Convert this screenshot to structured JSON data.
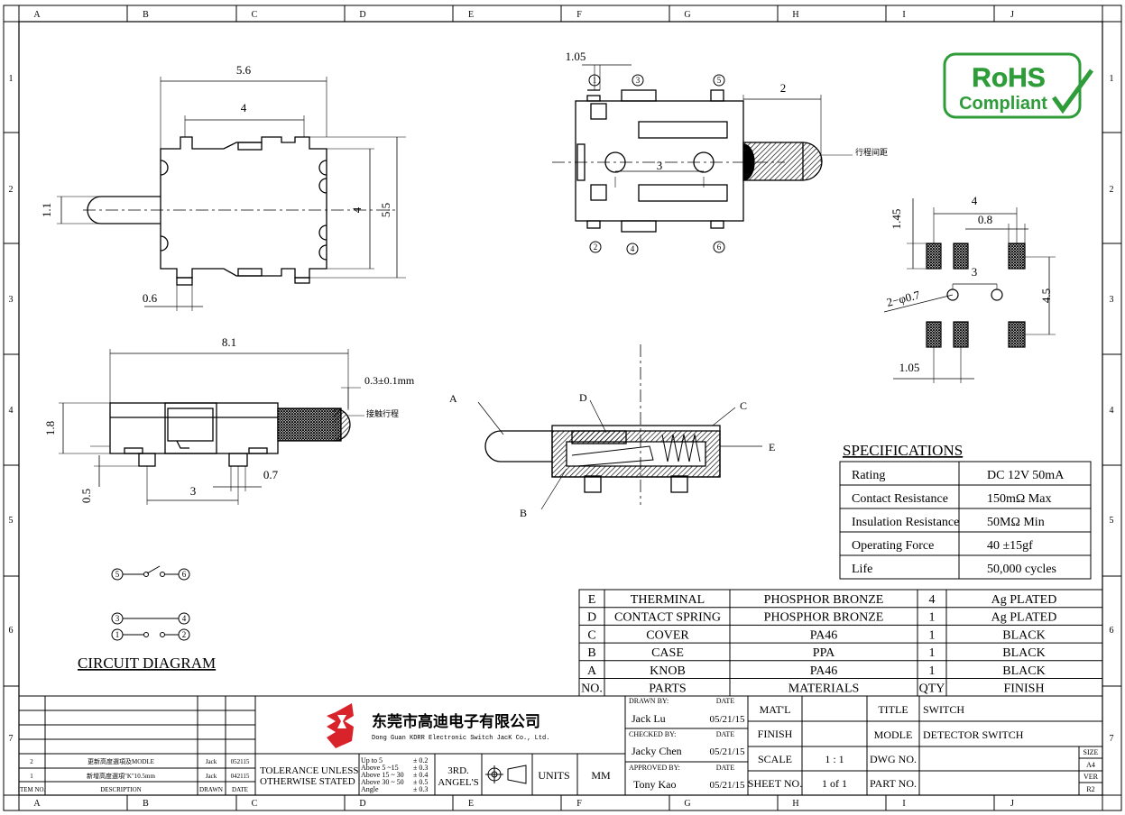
{
  "grid": {
    "columns": [
      "A",
      "B",
      "C",
      "D",
      "E",
      "F",
      "G",
      "H",
      "I",
      "J"
    ],
    "rows": [
      "1",
      "2",
      "3",
      "4",
      "5",
      "6",
      "7"
    ]
  },
  "dims": {
    "top_width": "5.6",
    "top_inner": "4",
    "height_side": "1.1",
    "height_right": "4",
    "height_total": "5.5",
    "pin_width": "0.6",
    "side_length": "8.1",
    "side_height": "1.8",
    "travel": "0.3±0.1mm",
    "travel_note": "接触行程",
    "side_offset": "0.5",
    "pin_pitch": "3",
    "pin_gap": "0.7",
    "front_pin": "1.05",
    "front_knob": "2",
    "front_holes": "3",
    "front_note": "行程间距"
  },
  "pads": {
    "width": "4",
    "gap": "0.8",
    "pad_h": "1.45",
    "holes": "3",
    "hole_dia": "2−φ0.7",
    "pitch_v": "4.5",
    "pad_w": "1.05"
  },
  "pins": [
    "1",
    "2",
    "3",
    "4",
    "5",
    "6"
  ],
  "section_labels": [
    "A",
    "B",
    "C",
    "D",
    "E"
  ],
  "rohs": {
    "line1": "RoHS",
    "line2": "Compliant"
  },
  "circuit": {
    "title": "CIRCUIT DIAGRAM",
    "row1": [
      "5",
      "6"
    ],
    "row2": [
      "3",
      "4"
    ],
    "row3": [
      "1",
      "2"
    ]
  },
  "specifications": {
    "title": "SPECIFICATIONS",
    "rows": [
      {
        "label": "Rating",
        "value": "DC 12V  50mA"
      },
      {
        "label": "Contact Resistance",
        "value": "150mΩ  Max"
      },
      {
        "label": "Insulation Resistance",
        "value": "50MΩ  Min"
      },
      {
        "label": "Operating Force",
        "value": "40 ±15gf"
      },
      {
        "label": "Life",
        "value": "50,000 cycles"
      }
    ]
  },
  "bom": {
    "rows": [
      {
        "no": "E",
        "part": "THERMINAL",
        "material": "PHOSPHOR BRONZE",
        "qty": "4",
        "finish": "Ag PLATED"
      },
      {
        "no": "D",
        "part": "CONTACT SPRING",
        "material": "PHOSPHOR BRONZE",
        "qty": "1",
        "finish": "Ag PLATED"
      },
      {
        "no": "C",
        "part": "COVER",
        "material": "PA46",
        "qty": "1",
        "finish": "BLACK"
      },
      {
        "no": "B",
        "part": "CASE",
        "material": "PPA",
        "qty": "1",
        "finish": "BLACK"
      },
      {
        "no": "A",
        "part": "KNOB",
        "material": "PA46",
        "qty": "1",
        "finish": "BLACK"
      }
    ],
    "header": {
      "no": "NO.",
      "part": "PARTS",
      "material": "MATERIALS",
      "qty": "QTY",
      "finish": "FINISH"
    }
  },
  "title_block": {
    "company_cn": "东莞市高迪电子有限公司",
    "company_en": "Dong Guan KDRR  Electronic Switch JacK Co., Ltd.",
    "revisions": [
      {
        "item": "2",
        "desc": "更新高度選項及MODLE",
        "drawn": "Jack",
        "date": "052115"
      },
      {
        "item": "1",
        "desc": "新增高度選項\"K\"10.5mm",
        "drawn": "Jack",
        "date": "042115"
      }
    ],
    "rev_header": {
      "item": "ITEM NO.",
      "desc": "DESCRIPTION",
      "drawn": "DRAWN",
      "date": "DATE"
    },
    "tolerance_label_1": "TOLERANCE UNLESS",
    "tolerance_label_2": "OTHERWISE STATED :",
    "tolerances": [
      {
        "range": "Up to 5",
        "tol": "± 0.2"
      },
      {
        "range": "Above 5  ~15",
        "tol": "± 0.3"
      },
      {
        "range": "Above 15 ~ 30",
        "tol": "± 0.4"
      },
      {
        "range": "Above 30 ~ 50",
        "tol": "± 0.5"
      },
      {
        "range": "Angle",
        "tol": "± 0.3"
      }
    ],
    "angle_1": "3RD.",
    "angle_2": "ANGEL'S",
    "units_label": "UNITS",
    "units_value": "MM",
    "drawn_by_label": "DRAWN BY:",
    "drawn_by": "Jack  Lu",
    "checked_by_label": "CHECKED BY:",
    "checked_by": "Jacky Chen",
    "approved_by_label": "APPROVED BY:",
    "approved_by": "Tony Kao",
    "date_label": "DATE",
    "date": "05/21/15",
    "matl_label": "MAT'L",
    "finish_label": "FINISH",
    "scale_label": "SCALE",
    "scale": "1 : 1",
    "sheet_label": "SHEET NO.",
    "sheet": "1 of 1",
    "title_label": "TITLE",
    "title": "SWITCH",
    "modle_label": "MODLE",
    "modle": "DETECTOR SWITCH",
    "dwg_label": "DWG NO.",
    "part_label": "PART NO.",
    "size_label": "SIZE",
    "size": "A4",
    "ver_label": "VER",
    "ver": "R2"
  }
}
